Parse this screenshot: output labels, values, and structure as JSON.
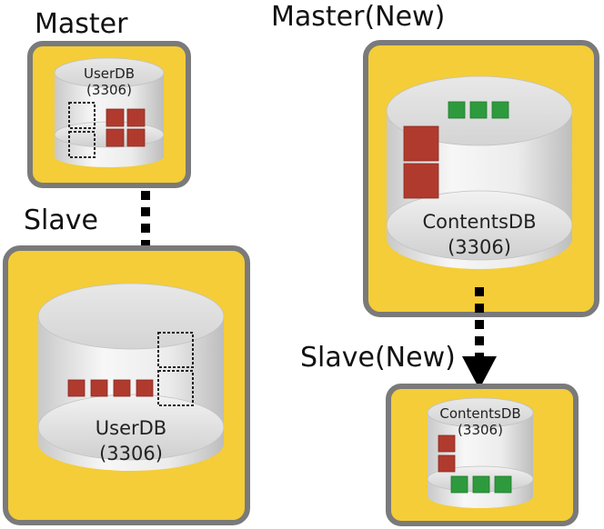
{
  "colors": {
    "panel_fill": "#f4cd38",
    "panel_border": "#7a7a7a",
    "cylinder_light": "#f4f4f4",
    "cylinder_dark": "#cfcfcf",
    "red_block": "#b03a2e",
    "green_block": "#2e9a3e",
    "arrow": "#000000"
  },
  "nodes": {
    "master": {
      "title": "Master",
      "db_name": "UserDB",
      "db_port": "(3306)"
    },
    "slave": {
      "title": "Slave",
      "db_name": "UserDB",
      "db_port": "(3306)"
    },
    "master_new": {
      "title": "Master(New)",
      "db_name": "ContentsDB",
      "db_port": "(3306)"
    },
    "slave_new": {
      "title": "Slave(New)",
      "db_name": "ContentsDB",
      "db_port": "(3306)"
    }
  }
}
